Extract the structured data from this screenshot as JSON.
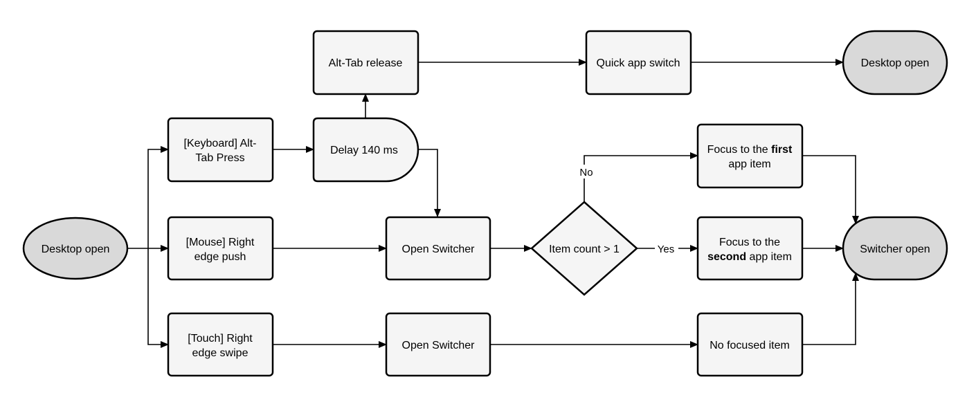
{
  "nodes": {
    "start": {
      "label": "Desktop open"
    },
    "keyboard": {
      "line1": "[Keyboard] Alt-",
      "line2": "Tab Press"
    },
    "mouse": {
      "line1": "[Mouse] Right",
      "line2": "edge push"
    },
    "touch": {
      "line1": "[Touch] Right",
      "line2": "edge swipe"
    },
    "delay": {
      "label": "Delay 140 ms"
    },
    "alt_tab_release": {
      "label": "Alt-Tab release"
    },
    "quick_switch": {
      "label": "Quick app switch"
    },
    "end_desktop": {
      "label": "Desktop open"
    },
    "open_switcher_mid": {
      "label": "Open Switcher"
    },
    "open_switcher_bottom": {
      "label": "Open Switcher"
    },
    "decision": {
      "label": "Item count > 1"
    },
    "focus_first": {
      "line1_pre": "Focus to the ",
      "line1_bold": "first",
      "line2": "app item"
    },
    "focus_second": {
      "line1": "Focus to the",
      "line2_bold": "second",
      "line2_post": " app item"
    },
    "no_focus": {
      "label": "No focused item"
    },
    "end_switcher": {
      "label": "Switcher open"
    }
  },
  "edge_labels": {
    "no": "No",
    "yes": "Yes"
  },
  "colors": {
    "box_fill": "#f5f5f5",
    "terminal_fill": "#d9d9d9",
    "stroke": "#000000"
  }
}
